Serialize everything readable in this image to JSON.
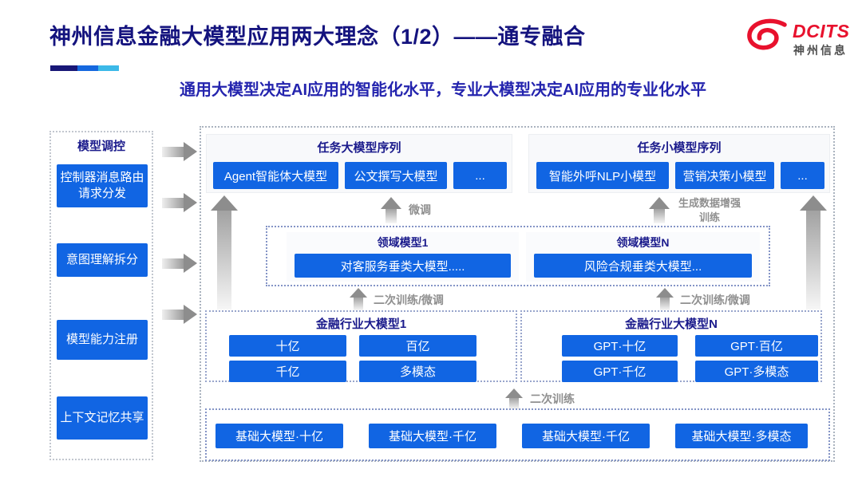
{
  "header": {
    "title": "神州信息金融大模型应用两大理念（1/2）——通专融合",
    "subtitle": "通用大模型决定AI应用的智能化水平，专业大模型决定AI应用的专业化水平",
    "logo": {
      "brand": "DCITS",
      "brand_cn": "神州信息"
    }
  },
  "sidebar": {
    "title": "模型调控",
    "items": [
      "控制器消息路由请求分发",
      "意图理解拆分",
      "模型能力注册",
      "上下文记忆共享"
    ]
  },
  "diagram": {
    "task_large": {
      "title": "任务大模型序列",
      "items": [
        "Agent智能体大模型",
        "公文撰写大模型",
        "..."
      ]
    },
    "task_small": {
      "title": "任务小模型序列",
      "items": [
        "智能外呼NLP小模型",
        "营销决策小模型",
        "..."
      ]
    },
    "domain": {
      "model1": {
        "title": "领域模型1",
        "item": "对客服务垂类大模型....."
      },
      "modelN": {
        "title": "领域模型N",
        "item": "风险合规垂类大模型..."
      }
    },
    "industry1": {
      "title": "金融行业大模型1",
      "items": [
        "十亿",
        "百亿",
        "千亿",
        "多模态"
      ]
    },
    "industryN": {
      "title": "金融行业大模型N",
      "items": [
        "GPT·十亿",
        "GPT·百亿",
        "GPT·千亿",
        "GPT·多模态"
      ]
    },
    "base": {
      "items": [
        "基础大模型·十亿",
        "基础大模型·千亿",
        "基础大模型·千亿",
        "基础大模型·多模态"
      ]
    },
    "arrow_labels": {
      "finetune": "微调",
      "gen_data": "生成数据增强训练",
      "retrain_left": "二次训练/微调",
      "retrain_right": "二次训练/微调",
      "retrain_base": "二次训练"
    }
  },
  "colors": {
    "chip_blue": "#1165e3",
    "title_navy": "#14137e",
    "subtitle_blue": "#2424ae",
    "logo_red": "#e8112d",
    "arrow_gray": "#8d8d8d",
    "accent_segments": [
      "#181777",
      "#1568df",
      "#3cb9e8"
    ]
  }
}
